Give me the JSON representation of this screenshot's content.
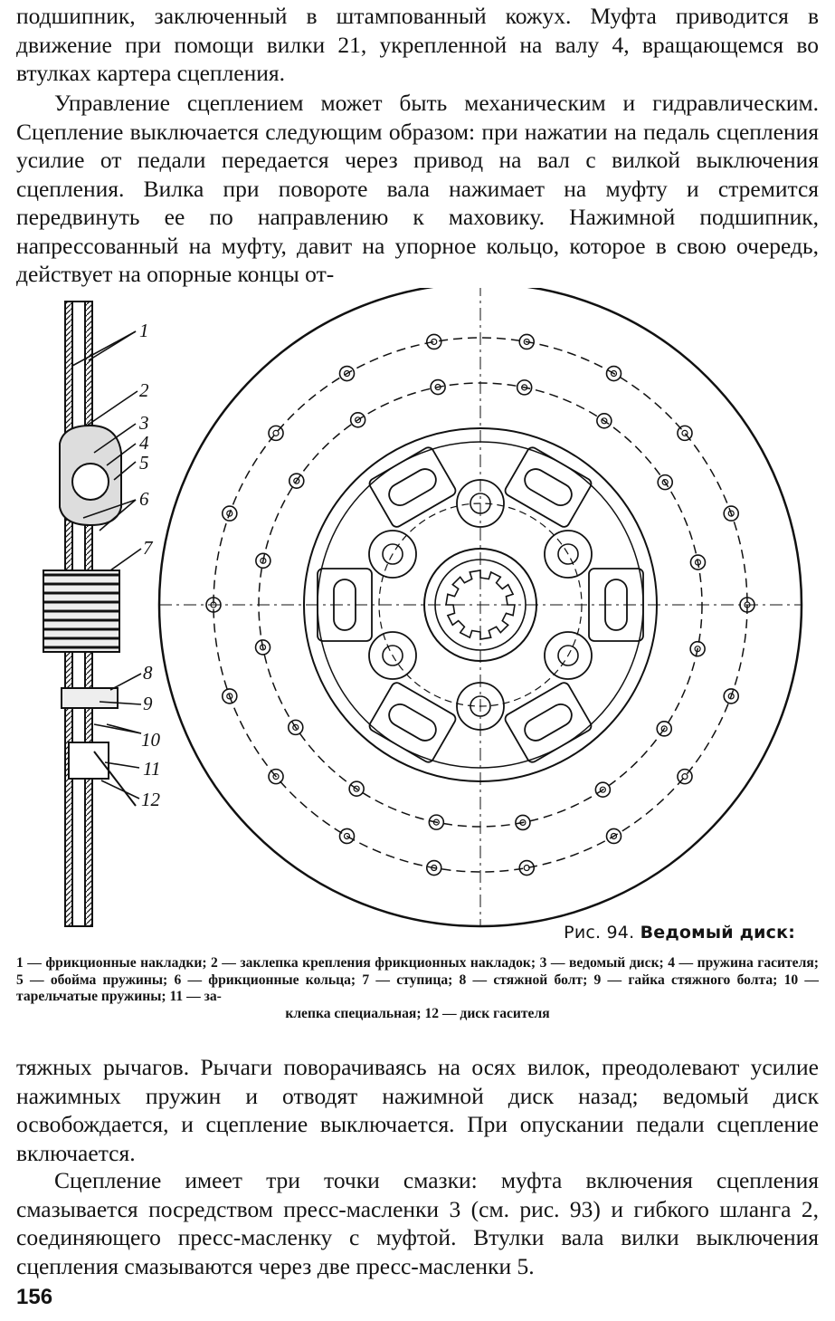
{
  "paragraphs": [
    "подшипник, заключенный в штампованный кожух. Муфта приводится в движение при помощи вилки 21, укрепленной на валу 4, вращающемся во втулках картера сцепления.",
    "Управление сцеплением может быть механическим и гидравлическим. Сцепление выключается следующим образом: при нажатии на педаль сцепления усилие от педали передается через привод на вал с вилкой выключения сцепления. Вилка при повороте вала нажимает на муфту и стремится передвинуть ее по направлению к маховику. Нажимной подшипник, напрессованный на муфту, давит на упорное кольцо, которое в свою очередь, действует на опорные концы от-",
    "тяжных рычагов. Рычаги поворачиваясь на осях вилок, преодолевают усилие нажимных пружин и отводят нажимной диск назад; ведомый диск освобождается, и сцепление выключается. При опускании педали сцепление включается.",
    "Сцепление имеет три точки смазки: муфта включения сцепления смазывается посредством пресс-масленки 3 (см. рис. 93) и гибкого шланга 2, соединяющего пресс-масленку с муфтой. Втулки вала вилки выключения сцепления смазываются через две пресс-масленки 5."
  ],
  "figure": {
    "number_label": "Рис. 94.",
    "title": "Ведомый диск:",
    "callouts": [
      "1",
      "2",
      "3",
      "4",
      "5",
      "6",
      "7",
      "8",
      "9",
      "10",
      "11",
      "12"
    ],
    "legend_main": "1 — фрикционные накладки; 2 — заклепка крепления фрикционных накладок; 3 — ведомый диск; 4 — пружина гасителя; 5 — обойма пружины; 6 — фрикционные кольца; 7 — ступица; 8 — стяжной болт; 9 — гайка стяжного болта; 10 — тарельчатые пружины; 11 — за-",
    "legend_last": "клепка специальная; 12 — диск гасителя"
  },
  "page_number": "156"
}
